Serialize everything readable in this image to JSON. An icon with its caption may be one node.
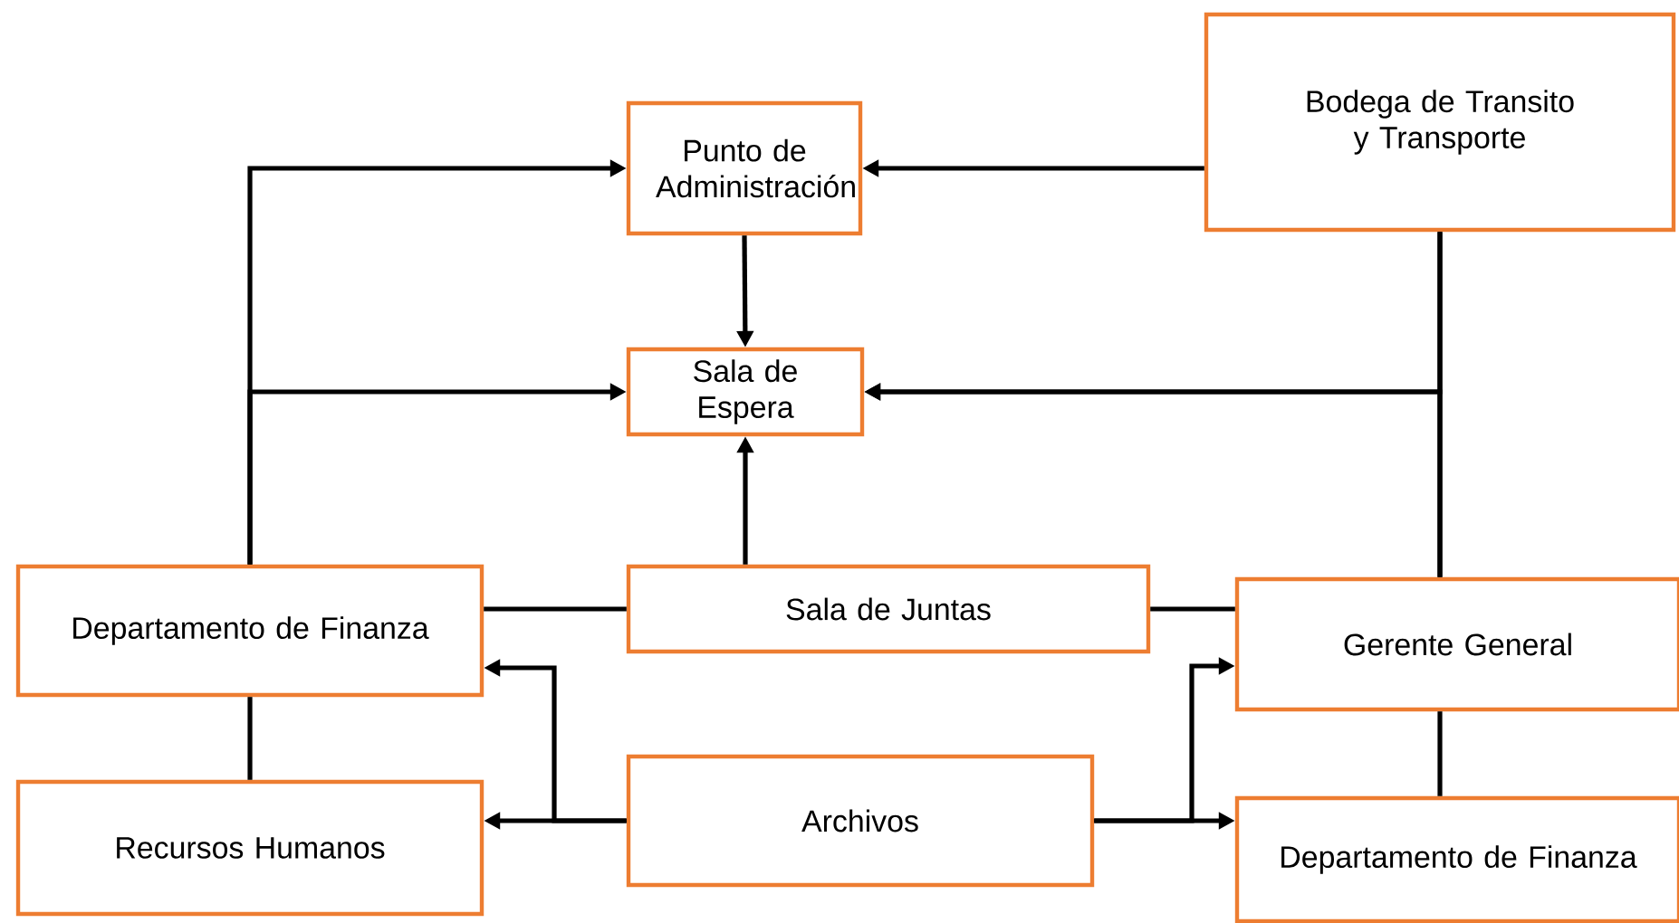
{
  "diagram": {
    "nodes": [
      {
        "text": [
          "Punto de Administración"
        ]
      },
      {
        "text": [
          "Bodega de Transito y Transporte"
        ]
      },
      {
        "text": [
          "Sala de Espera"
        ]
      },
      {
        "text": [
          "Departamento de Finanza"
        ]
      },
      {
        "text": [
          "Sala de Juntas"
        ]
      },
      {
        "text": [
          "Gerente General"
        ]
      },
      {
        "text": [
          "Recursos Humanos"
        ]
      },
      {
        "text": [
          "Archivos"
        ]
      },
      {
        "text": [
          "Departamento de Finanza"
        ]
      }
    ],
    "edges": [
      {
        "from": 3,
        "to": 0,
        "arrow": "to"
      },
      {
        "from": 3,
        "to": 2,
        "arrow": "to"
      },
      {
        "from": 1,
        "to": 0,
        "arrow": "to"
      },
      {
        "from": 0,
        "to": 2,
        "arrow": "to"
      },
      {
        "from": 1,
        "to": 2,
        "arrow": "to"
      },
      {
        "from": 5,
        "to": 2,
        "arrow": "to"
      },
      {
        "from": 1,
        "to": 5,
        "arrow": "none"
      },
      {
        "from": 4,
        "to": 2,
        "arrow": "to"
      },
      {
        "from": 3,
        "to": 4,
        "arrow": "none"
      },
      {
        "from": 4,
        "to": 5,
        "arrow": "none"
      },
      {
        "from": 3,
        "to": 6,
        "arrow": "none"
      },
      {
        "from": 7,
        "to": 3,
        "arrow": "to"
      },
      {
        "from": 7,
        "to": 6,
        "arrow": "to"
      },
      {
        "from": 7,
        "to": 5,
        "arrow": "to"
      },
      {
        "from": 7,
        "to": 8,
        "arrow": "to"
      },
      {
        "from": 5,
        "to": 8,
        "arrow": "none"
      }
    ]
  }
}
